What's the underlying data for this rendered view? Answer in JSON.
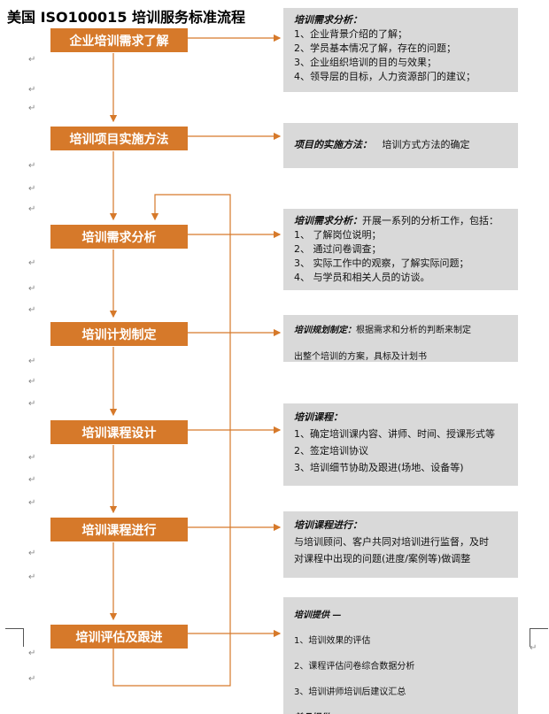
{
  "title": "美国 ISO100015 培训服务标准流程",
  "steps": [
    {
      "label": "企业培训需求了解"
    },
    {
      "label": "培训项目实施方法"
    },
    {
      "label": "培训需求分析"
    },
    {
      "label": "培训计划制定"
    },
    {
      "label": "培训课程设计"
    },
    {
      "label": "培训课程进行"
    },
    {
      "label": "培训评估及跟进"
    }
  ],
  "panels": [
    {
      "heading": "培训需求分析：",
      "lines": [
        "1、企业背景介绍的了解；",
        "2、学员基本情况了解，存在的问题；",
        "3、企业组织培训的目的与效果；",
        "4、领导层的目标，人力资源部门的建议；"
      ]
    },
    {
      "heading": "项目的实施方法：",
      "text": "培训方式方法的确定"
    },
    {
      "heading": "培训需求分析：",
      "text": "开展一系列的分析工作，包括：",
      "lines": [
        "1、 了解岗位说明；",
        "2、 通过问卷调查；",
        "3、 实际工作中的观察，了解实际问题；",
        "4、 与学员和相关人员的访谈。"
      ]
    },
    {
      "heading": "培训规划制定：",
      "text": "根据需求和分析的判断来制定",
      "lines": [
        "出整个培训的方案，具标及计划书"
      ]
    },
    {
      "heading": "培训课程：",
      "lines": [
        "1、确定培训课内容、讲师、时间、授课形式等",
        "2、签定培训协议",
        "3、培训细节协助及跟进(场地、设备等)"
      ]
    },
    {
      "heading": "培训课程进行：",
      "lines": [
        "与培训顾问、客户共同对培训进行监督，及时",
        "对课程中出现的问题(进度/案例等)做调整"
      ]
    },
    {
      "heading": "培训提供 —",
      "lines": [
        "1、培训效果的评估",
        "2、课程评估问卷综合数据分析",
        "3、培训讲师培训后建议汇总"
      ],
      "tail": "美品提供 —"
    }
  ],
  "colors": {
    "accent": "#d6792a",
    "panel": "#d9d9d9"
  }
}
